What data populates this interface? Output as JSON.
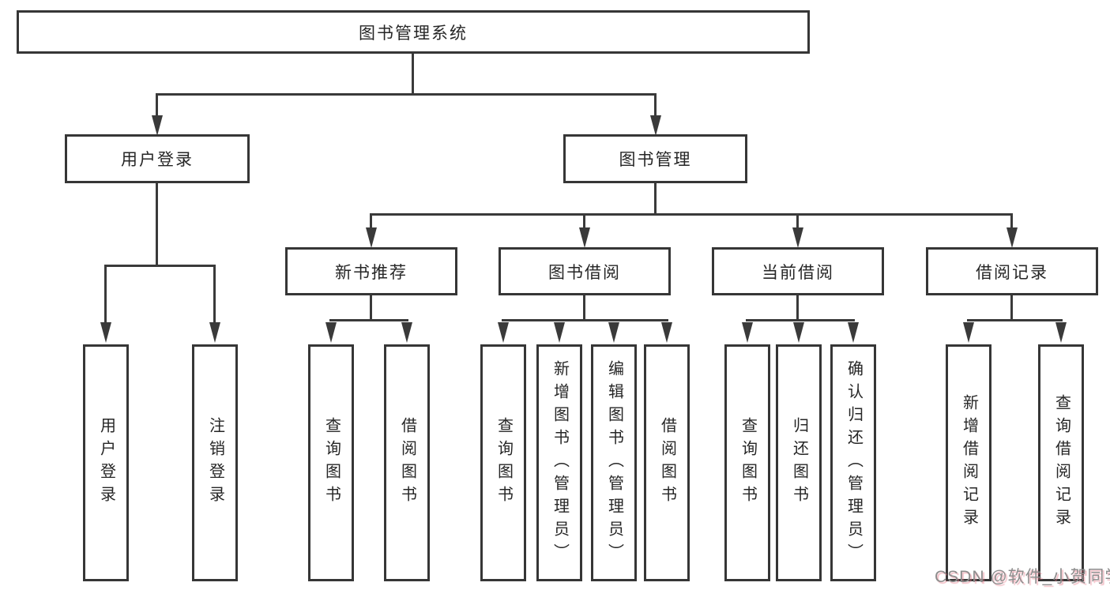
{
  "colors": {
    "line": "#3a3a3a",
    "box_border": "#363636",
    "text": "#262626",
    "watermark_gray": "#8d8d8d",
    "watermark_pink": "#e87a8a",
    "background": "#ffffff"
  },
  "watermark": {
    "text": "CSDN @软件_小贺同学"
  },
  "tree": {
    "root": {
      "label": "图书管理系统"
    },
    "branches": [
      {
        "label": "用户登录",
        "children": [
          {
            "label": "用户登录"
          },
          {
            "label": "注销登录"
          }
        ]
      },
      {
        "label": "图书管理",
        "children": [
          {
            "label": "新书推荐",
            "children": [
              {
                "label": "查询图书"
              },
              {
                "label": "借阅图书"
              }
            ]
          },
          {
            "label": "图书借阅",
            "children": [
              {
                "label": "查询图书"
              },
              {
                "label": "新增图书（管理员）"
              },
              {
                "label": "编辑图书（管理员）"
              },
              {
                "label": "借阅图书"
              }
            ]
          },
          {
            "label": "当前借阅",
            "children": [
              {
                "label": "查询图书"
              },
              {
                "label": "归还图书"
              },
              {
                "label": "确认归还（管理员）"
              }
            ]
          },
          {
            "label": "借阅记录",
            "children": [
              {
                "label": "新增借阅记录"
              },
              {
                "label": "查询借阅记录"
              }
            ]
          }
        ]
      }
    ]
  }
}
